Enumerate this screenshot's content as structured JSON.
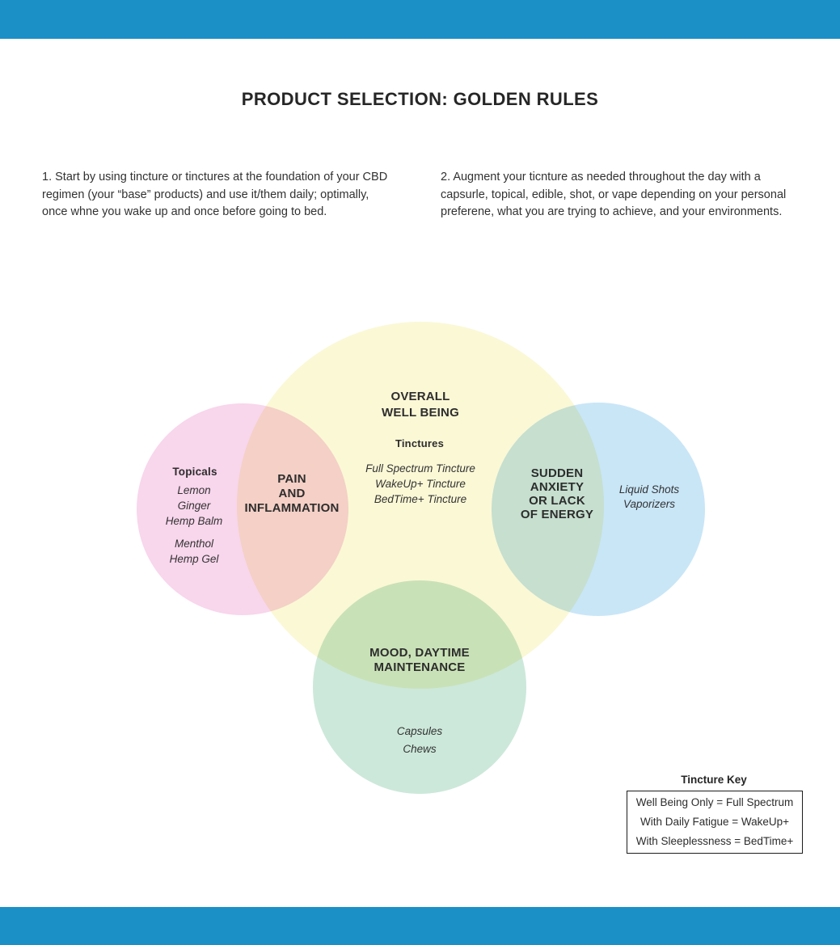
{
  "meta": {
    "accent_blue": "#1B90C6",
    "text_color": "#2c2c2c"
  },
  "title": "PRODUCT SELECTION: GOLDEN RULES",
  "rules": {
    "rule1": "1. Start by using tincture or tinctures at the foundation of your CBD\nregimen (your “base” products) and use it/them daily; optimally,\nonce whne you wake up and once before going to bed.",
    "rule2": "2. Augment your ticnture as needed throughout the day with a\ncapsurle, topical, edible, shot, or vape depending on your personal\npreferene, what you are trying to achieve, and your environments."
  },
  "venn": {
    "well_being": {
      "title": "OVERALL\nWELL BEING",
      "subtitle": "Tinctures",
      "items": "Full Spectrum Tincture\nWakeUp+ Tincture\nBedTime+ Tincture",
      "color": "#FBF8D6"
    },
    "topicals": {
      "title": "Topicals",
      "items_primary": "Lemon\nGinger\nHemp Balm",
      "items_secondary": "Menthol\nHemp Gel",
      "color": "#F8D6EC"
    },
    "overlap_pain": {
      "label": "PAIN\nAND\nINFLAMMATION"
    },
    "liquid_shots": {
      "items": "Liquid Shots\nVaporizers",
      "color": "#C9E6F7"
    },
    "overlap_anxiety": {
      "label": "SUDDEN\nANXIETY\nOR LACK\nOF ENERGY"
    },
    "capsules": {
      "items": "Capsules\nChews",
      "color": "#CCE8DA"
    },
    "overlap_mood": {
      "label": "MOOD, DAYTIME\nMAINTENANCE"
    }
  },
  "tincture_key": {
    "title": "Tincture Key",
    "rows": [
      "Well Being Only = Full Spectrum",
      "With Daily Fatigue = WakeUp+",
      "With Sleeplessness = BedTime+"
    ]
  }
}
